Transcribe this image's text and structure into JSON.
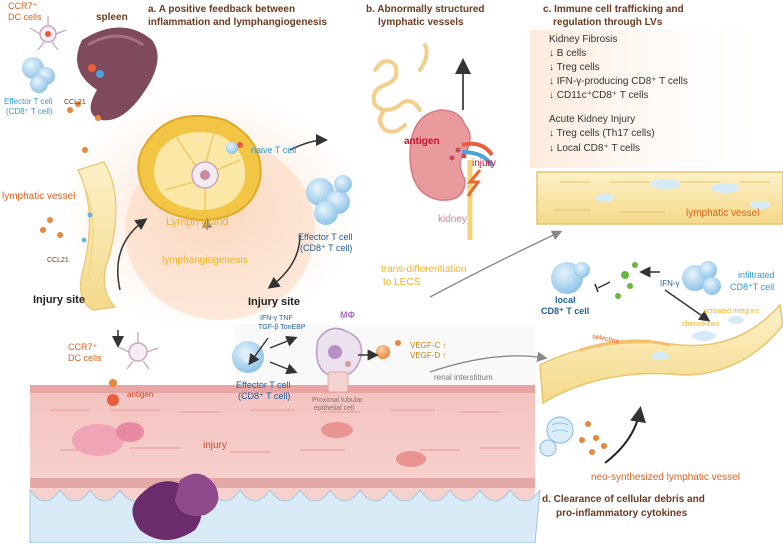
{
  "colors": {
    "heading": "#6b3a1f",
    "orange_label": "#e0621b",
    "blue_label": "#2e9bd6",
    "dark_blue": "#1f5f9e",
    "yellow_label": "#f2b320",
    "vessel_fill": "#fbe7a6",
    "tissue_fill": "#f6c9c6",
    "spleen_fill": "#7e4a5c",
    "cell_blue": "#a9d3ef"
  },
  "panel_a": {
    "title_line1": "a. A positive feedback between",
    "title_line2": "inflammation and lymphangiogenesis",
    "ccr7_dc_top": "CCR7⁺",
    "dc_cells_top": "DC cells",
    "spleen": "spleen",
    "effector_left": "Effector  T cell",
    "effector_left_sub": "(CD8⁺ T cell)",
    "ccl21_top": "CCL21",
    "lymphatic_vessel": "lymphatic vessel",
    "ccl21_bottom": "CCL21",
    "injury_site_left": "Injury site",
    "naive_t_cell": "naive T cell",
    "lymph_gland": "Lymph gland",
    "lymphangiogenesis": "lymphangiogenesis",
    "effector_center": "Effector  T cell",
    "effector_center_sub": "(CD8⁺ T cell)",
    "injury_site_center": "Injury site",
    "ccr7_dc_bottom": "CCR7⁺",
    "dc_cells_bottom": "DC cells",
    "antigen": "antigen",
    "injury": "injury",
    "cytokines_1": "IFN-γ   TNF",
    "cytokines_2": "TGF-β TonEBP",
    "macrophage": "MΦ",
    "effector_bottom": "Effector  T cell",
    "effector_bottom_sub": "(CD8⁺ T cell)",
    "proximal_1": "Proximal tubular",
    "proximal_2": "epithelial cell",
    "vegf_c": "VEGF-C ↑",
    "vegf_d": "VEGF-D ↑",
    "renal_interstitium": "renal interstitium",
    "trans_diff_1": "trans-differentiation",
    "trans_diff_2": "to LECS"
  },
  "panel_b": {
    "title_line1": "b. Abnormally structured",
    "title_line2": "lymphatic vessels",
    "antigen": "antigen",
    "injury": "injury",
    "kidney": "kidney"
  },
  "panel_c": {
    "title_line1": "c. Immune cell trafficking and",
    "title_line2": "regulation through LVs",
    "kidney_fibrosis": "Kidney Fibrosis",
    "fibrosis_items": [
      "↓  B cells",
      "↓  Treg cells",
      "↓  IFN-γ-producing CD8⁺ T cells",
      "↓  CD11c⁺CD8⁺ T cells"
    ],
    "aki": "Acute Kidney Injury",
    "aki_items": [
      "↓  Treg cells (Th17 cells)",
      "↓  Local CD8⁺ T cells"
    ],
    "lymphatic_vessel": "lymphatic vessel",
    "local_cd8_1": "local",
    "local_cd8_2": "CD8⁺ T cell",
    "ifn_gamma": "IFN-γ",
    "infiltrated_1": "infiltrated",
    "infiltrated_2": "CD8⁺T cell",
    "selectins": "selectins",
    "activated_integrins": "activated integrins",
    "chemokines": "chemokines"
  },
  "panel_d": {
    "neo_vessel": "neo-synthesized lymphatic vessel",
    "title_line1": "d. Clearance of cellular debris and",
    "title_line2": "pro-inflammatory cytokines"
  }
}
